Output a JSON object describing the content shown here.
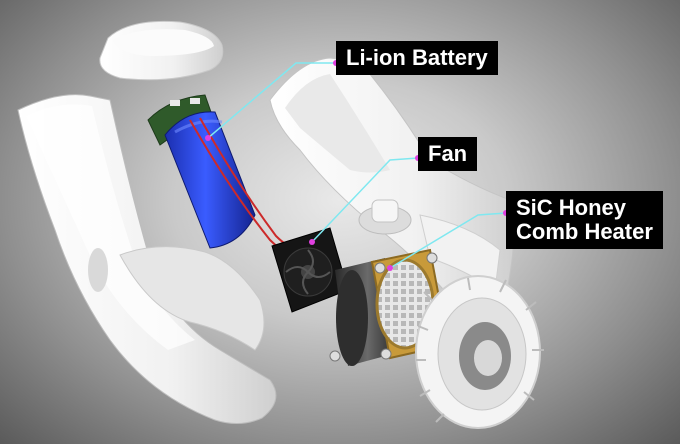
{
  "labels": {
    "battery": "Li-ion Battery",
    "fan": "Fan",
    "heater_line1": "SiC Honey",
    "heater_line2": "Comb Heater"
  },
  "colors": {
    "callout_bg": "#000000",
    "callout_text": "#ffffff",
    "leader_line": "#7fe8f0",
    "leader_dot": "#e040e0",
    "battery_blue": "#2342d8",
    "housing_white": "#f4f4f4",
    "heater_gold": "#c89a3a",
    "pcb_green": "#2f5a2a"
  },
  "icons": [
    "battery-cell",
    "fan-blades",
    "honeycomb-heater",
    "housing-shell",
    "end-cap"
  ]
}
